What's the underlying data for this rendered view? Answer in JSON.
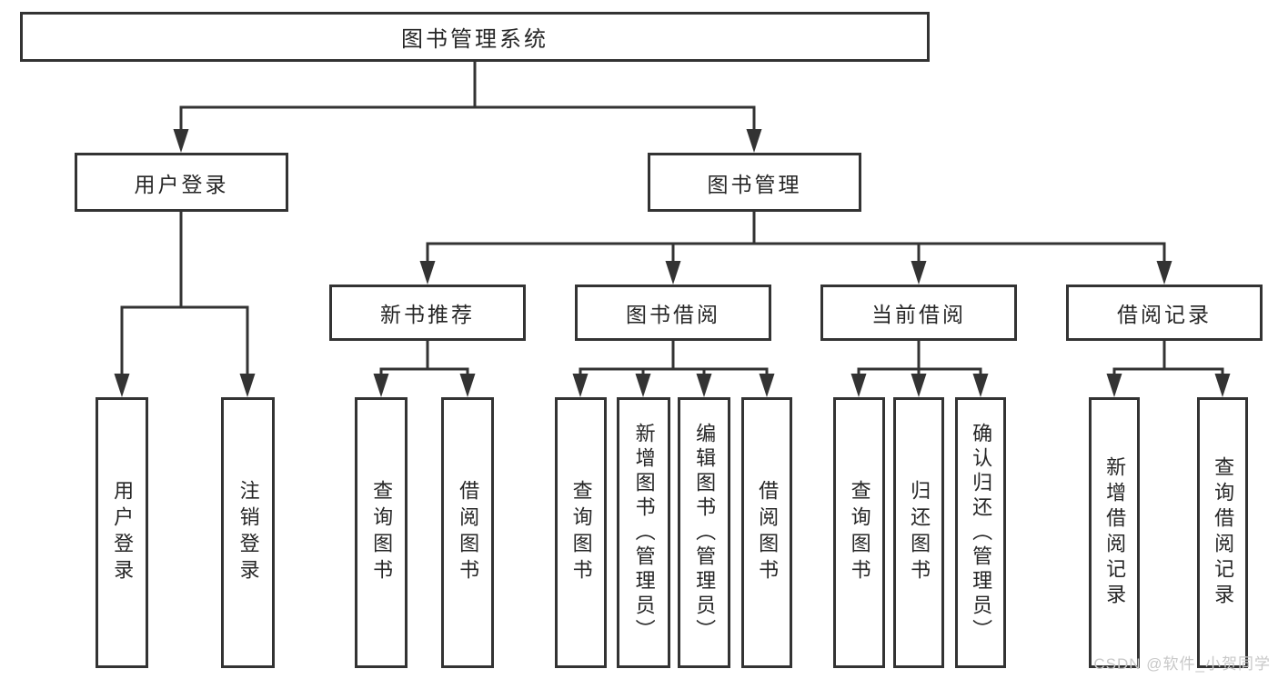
{
  "colors": {
    "line": "#333333",
    "text": "#262626",
    "background": "#ffffff",
    "watermark": "#c8c8c8"
  },
  "watermark": "CSDN @软件_小贺同学",
  "diagram": {
    "root": {
      "label": "图书管理系统"
    },
    "branches": [
      {
        "label": "用户登录",
        "children": [
          {
            "label": "用户登录"
          },
          {
            "label": "注销登录"
          }
        ]
      },
      {
        "label": "图书管理",
        "children": [
          {
            "label": "新书推荐",
            "children": [
              {
                "label": "查询图书"
              },
              {
                "label": "借阅图书"
              }
            ]
          },
          {
            "label": "图书借阅",
            "children": [
              {
                "label": "查询图书"
              },
              {
                "label": "新增图书（管理员）"
              },
              {
                "label": "编辑图书（管理员）"
              },
              {
                "label": "借阅图书"
              }
            ]
          },
          {
            "label": "当前借阅",
            "children": [
              {
                "label": "查询图书"
              },
              {
                "label": "归还图书"
              },
              {
                "label": "确认归还（管理员）"
              }
            ]
          },
          {
            "label": "借阅记录",
            "children": [
              {
                "label": "新增借阅记录"
              },
              {
                "label": "查询借阅记录"
              }
            ]
          }
        ]
      }
    ]
  }
}
